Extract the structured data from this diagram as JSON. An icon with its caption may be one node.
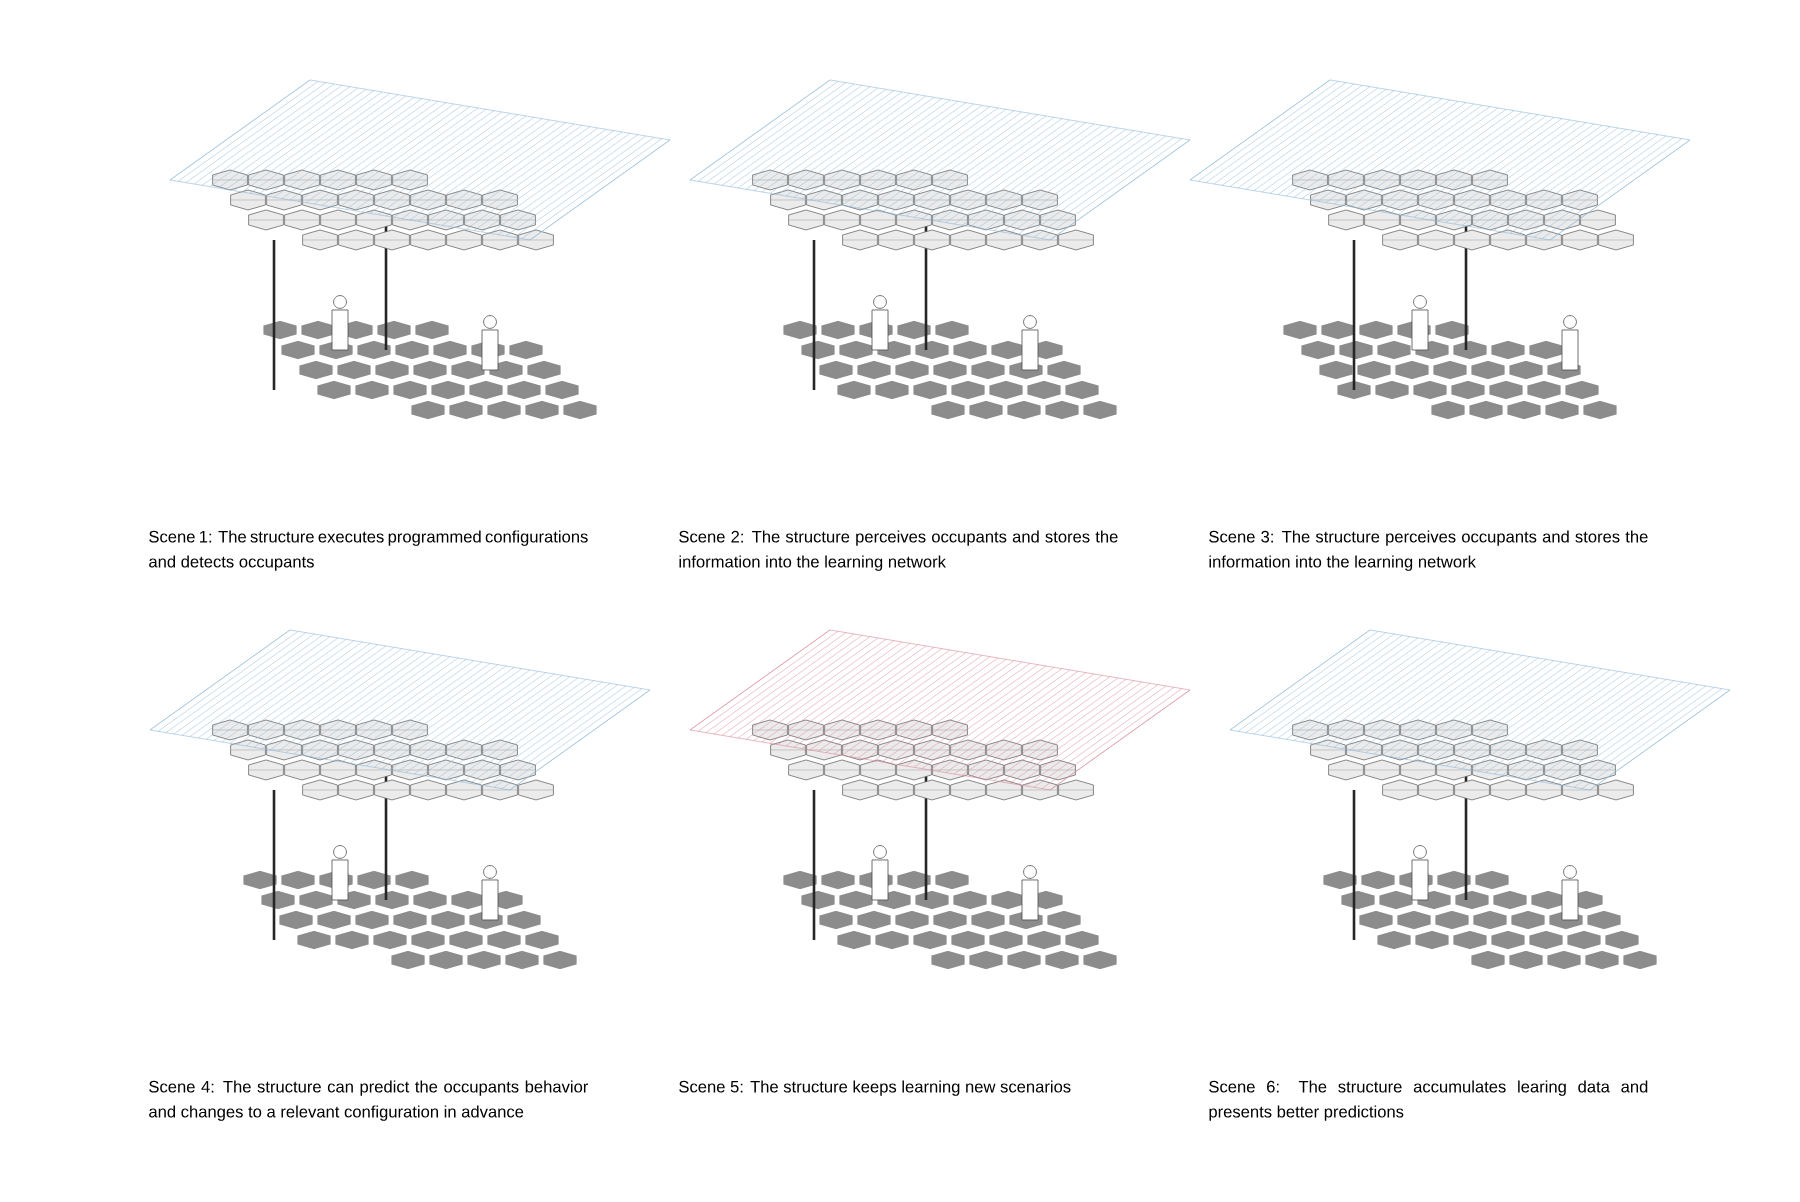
{
  "diagram": {
    "labels": [
      "Scene 1: The structure executes programmed configurations and detects occupants",
      "Scene 2: The structure perceives occupants and stores the information into the learning network",
      "Scene 3: The structure perceives occupants and stores the information into the learning network",
      "Scene 4: The structure can predict the occupants behavior and changes to a relevant configuration in advance",
      "Scene 5: The structure keeps learning new scenarios",
      "Scene 6: The structure accumulates learing data and presents better predictions"
    ]
  }
}
